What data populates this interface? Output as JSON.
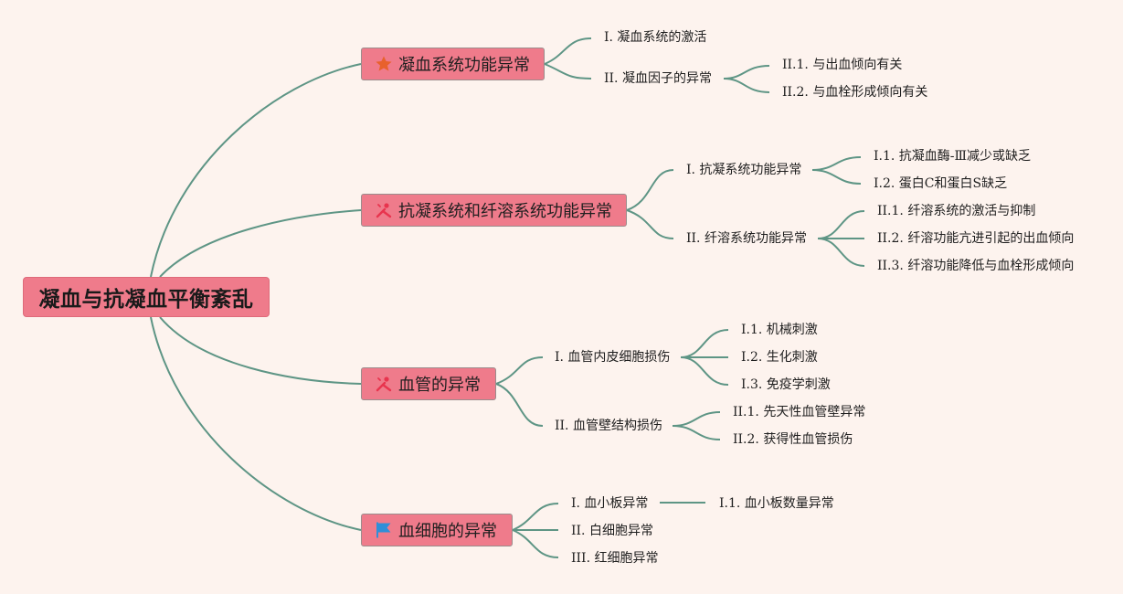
{
  "root": {
    "label": "凝血与抗凝血平衡紊乱"
  },
  "branches": [
    {
      "label": "凝血系统功能异常",
      "icon": "star-icon",
      "children": [
        {
          "label": "I. 凝血系统的激活",
          "children": []
        },
        {
          "label": "II. 凝血因子的异常",
          "children": [
            "II.1. 与出血倾向有关",
            "II.2. 与血栓形成倾向有关"
          ]
        }
      ]
    },
    {
      "label": "抗凝系统和纤溶系统功能异常",
      "icon": "tools-icon",
      "children": [
        {
          "label": "I. 抗凝系统功能异常",
          "children": [
            "I.1. 抗凝血酶-Ⅲ减少或缺乏",
            "I.2. 蛋白C和蛋白S缺乏"
          ]
        },
        {
          "label": "II. 纤溶系统功能异常",
          "children": [
            "II.1. 纤溶系统的激活与抑制",
            "II.2. 纤溶功能亢进引起的出血倾向",
            "II.3. 纤溶功能降低与血栓形成倾向"
          ]
        }
      ]
    },
    {
      "label": "血管的异常",
      "icon": "tools-icon",
      "children": [
        {
          "label": "I. 血管内皮细胞损伤",
          "children": [
            "I.1. 机械刺激",
            "I.2. 生化刺激",
            "I.3. 免疫学刺激"
          ]
        },
        {
          "label": "II. 血管壁结构损伤",
          "children": [
            "II.1. 先天性血管壁异常",
            "II.2. 获得性血管损伤"
          ]
        }
      ]
    },
    {
      "label": "血细胞的异常",
      "icon": "flag-icon",
      "children": [
        {
          "label": "I. 血小板异常",
          "children": [
            "I.1. 血小板数量异常"
          ]
        },
        {
          "label": "II. 白细胞异常",
          "children": []
        },
        {
          "label": "III. 红细胞异常",
          "children": []
        }
      ]
    }
  ],
  "colors": {
    "background": "#fdf3ee",
    "node_fill": "#ef7b8b",
    "edge": "#5e9585",
    "star": "#e8612c",
    "flag": "#2f8fd8"
  }
}
